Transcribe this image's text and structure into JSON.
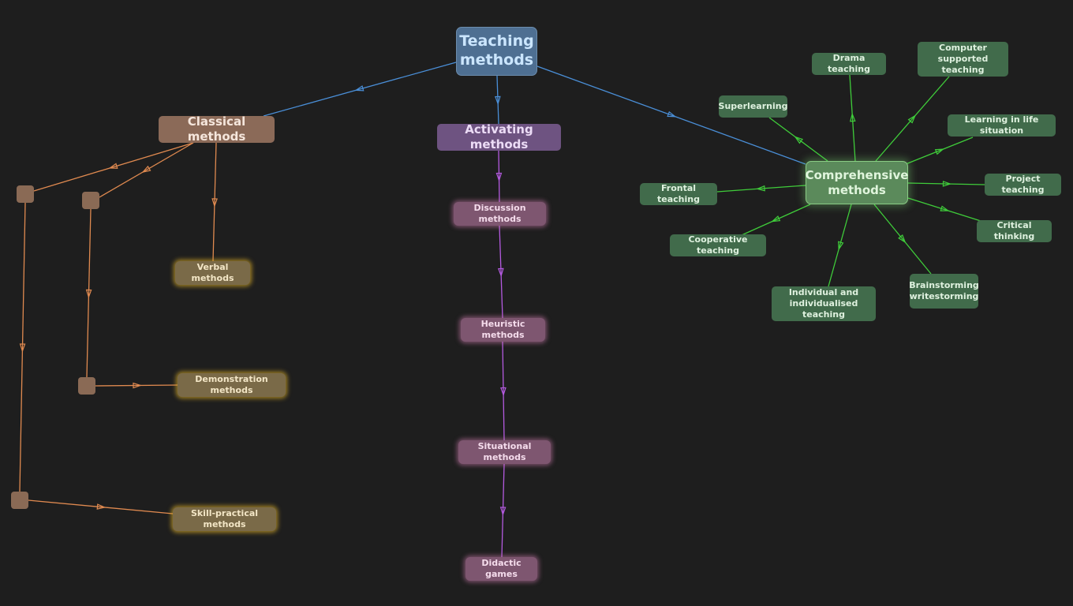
{
  "root": {
    "label": "Teaching methods"
  },
  "branches": {
    "classical": {
      "label": "Classical methods",
      "color": "#e08a50",
      "children": [
        "Verbal methods",
        "Demonstration methods",
        "Skill-practical methods"
      ]
    },
    "activating": {
      "label": "Activating methods",
      "color": "#b45ae0",
      "children": [
        "Discussion methods",
        "Heuristic methods",
        "Situational methods",
        "Didactic games"
      ]
    },
    "comprehensive": {
      "label": "Comprehensive methods",
      "color": "#3fcc3a",
      "children": [
        "Drama teaching",
        "Computer supported teaching",
        "Superlearning",
        "Learning in life situation",
        "Project teaching",
        "Critical thinking",
        "Brainstorming writestorming",
        "Individual and individualised teaching",
        "Cooperative teaching",
        "Frontal teaching"
      ]
    }
  },
  "root_link_color": "#4a8fd8"
}
